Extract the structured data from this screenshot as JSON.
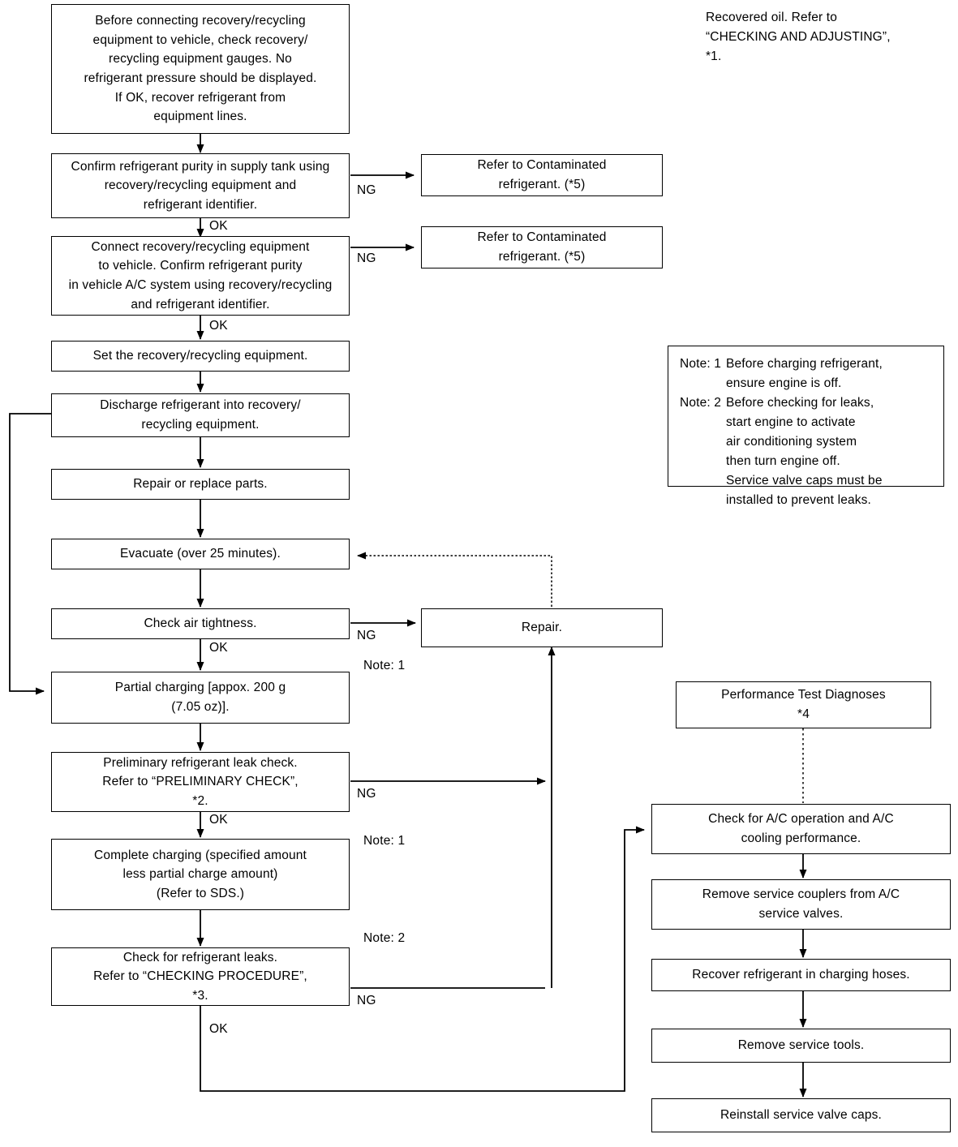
{
  "diagram": {
    "type": "flowchart",
    "title": "A/C refrigerant recovery, evacuation and charging procedure",
    "boxes": {
      "b1_check_gauges": "Before connecting recovery/recycling\nequipment to vehicle, check recovery/\nrecycling equipment gauges. No\nrefrigerant pressure should be displayed.\nIf OK, recover refrigerant from\nequipment lines.",
      "b2_confirm_supply_tank": "Confirm refrigerant purity in supply tank using\nrecovery/recycling equipment and\nrefrigerant identifier.",
      "b3_connect_confirm_vehicle": "Connect recovery/recycling equipment\nto vehicle. Confirm refrigerant purity\nin vehicle A/C system using recovery/recycling\nand refrigerant identifier.",
      "b4_set_equipment": "Set the recovery/recycling equipment.",
      "b5_discharge": "Discharge refrigerant into recovery/\nrecycling equipment.",
      "b6_repair_replace": "Repair or replace parts.",
      "b7_evacuate": "Evacuate (over 25 minutes).",
      "b8_check_air_tightness": "Check air tightness.",
      "b9_partial_charging": "Partial charging [appox. 200 g\n(7.05 oz)].",
      "b10_preliminary_leak_check": "Preliminary refrigerant leak check.\nRefer to “PRELIMINARY CHECK”,\n*2.",
      "b11_complete_charging": "Complete charging (specified amount\nless partial charge amount)\n(Refer to SDS.)",
      "b12_check_leaks": "Check for refrigerant leaks.\nRefer to “CHECKING PROCEDURE”,\n*3.",
      "b13_contaminated_1": "Refer to Contaminated\nrefrigerant. (*5)",
      "b14_contaminated_2": "Refer to Contaminated\nrefrigerant. (*5)",
      "b15_repair": "Repair.",
      "b16_performance_test": "Performance Test Diagnoses\n*4",
      "b17_check_ac_operation": "Check for A/C operation and A/C\ncooling performance.",
      "b18_remove_couplers": "Remove service couplers from A/C\nservice valves.",
      "b19_recover_hoses": "Recover refrigerant in charging hoses.",
      "b20_remove_tools": "Remove service tools.",
      "b21_reinstall_caps": "Reinstall service valve caps."
    },
    "annotations": {
      "recovered_oil": "Recovered oil. Refer to\n“CHECKING AND ADJUSTING”,\n*1."
    },
    "notes_panel": {
      "rows": [
        {
          "label": "Note: 1",
          "text": "Before charging refrigerant,\nensure engine is off."
        },
        {
          "label": "Note: 2",
          "text": "Before checking for leaks,\nstart engine to activate\nair conditioning system\nthen turn engine off.\nService valve caps must be\ninstalled to prevent leaks."
        }
      ]
    },
    "edge_labels": {
      "ng_supply_tank": "NG",
      "ok_supply_tank": "OK",
      "ng_vehicle_purity": "NG",
      "ok_vehicle_purity": "OK",
      "ok_air_tightness": "OK",
      "ng_air_tightness": "NG",
      "note1_air_tightness": "Note: 1",
      "ng_preliminary": "NG",
      "ok_preliminary": "OK",
      "note1_complete_charging": "Note: 1",
      "note2_check_leaks": "Note: 2",
      "ng_check_leaks": "NG",
      "ok_check_leaks": "OK"
    }
  }
}
